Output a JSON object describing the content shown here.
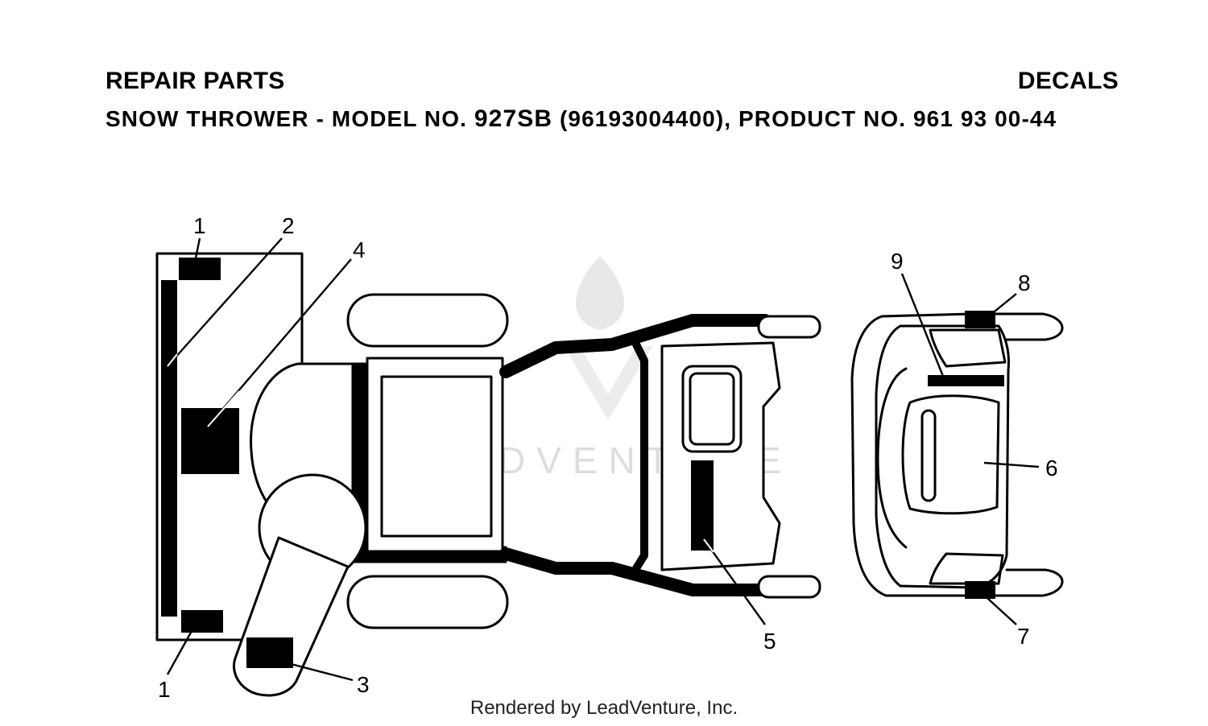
{
  "header": {
    "title_left": "REPAIR PARTS",
    "title_right": "DECALS",
    "subtitle_prefix": "SNOW THROWER - MODEL NO.",
    "model": "927SB",
    "subtitle_suffix": "(96193004400), PRODUCT NO. 961 93 00-44"
  },
  "watermark": {
    "text": "LEADVENTURE"
  },
  "callouts": {
    "c1_top": "1",
    "c1_bottom": "1",
    "c2": "2",
    "c3": "3",
    "c4": "4",
    "c5": "5",
    "c6": "6",
    "c7": "7",
    "c8": "8",
    "c9": "9"
  },
  "footer": {
    "text": "Rendered by LeadVenture, Inc."
  }
}
